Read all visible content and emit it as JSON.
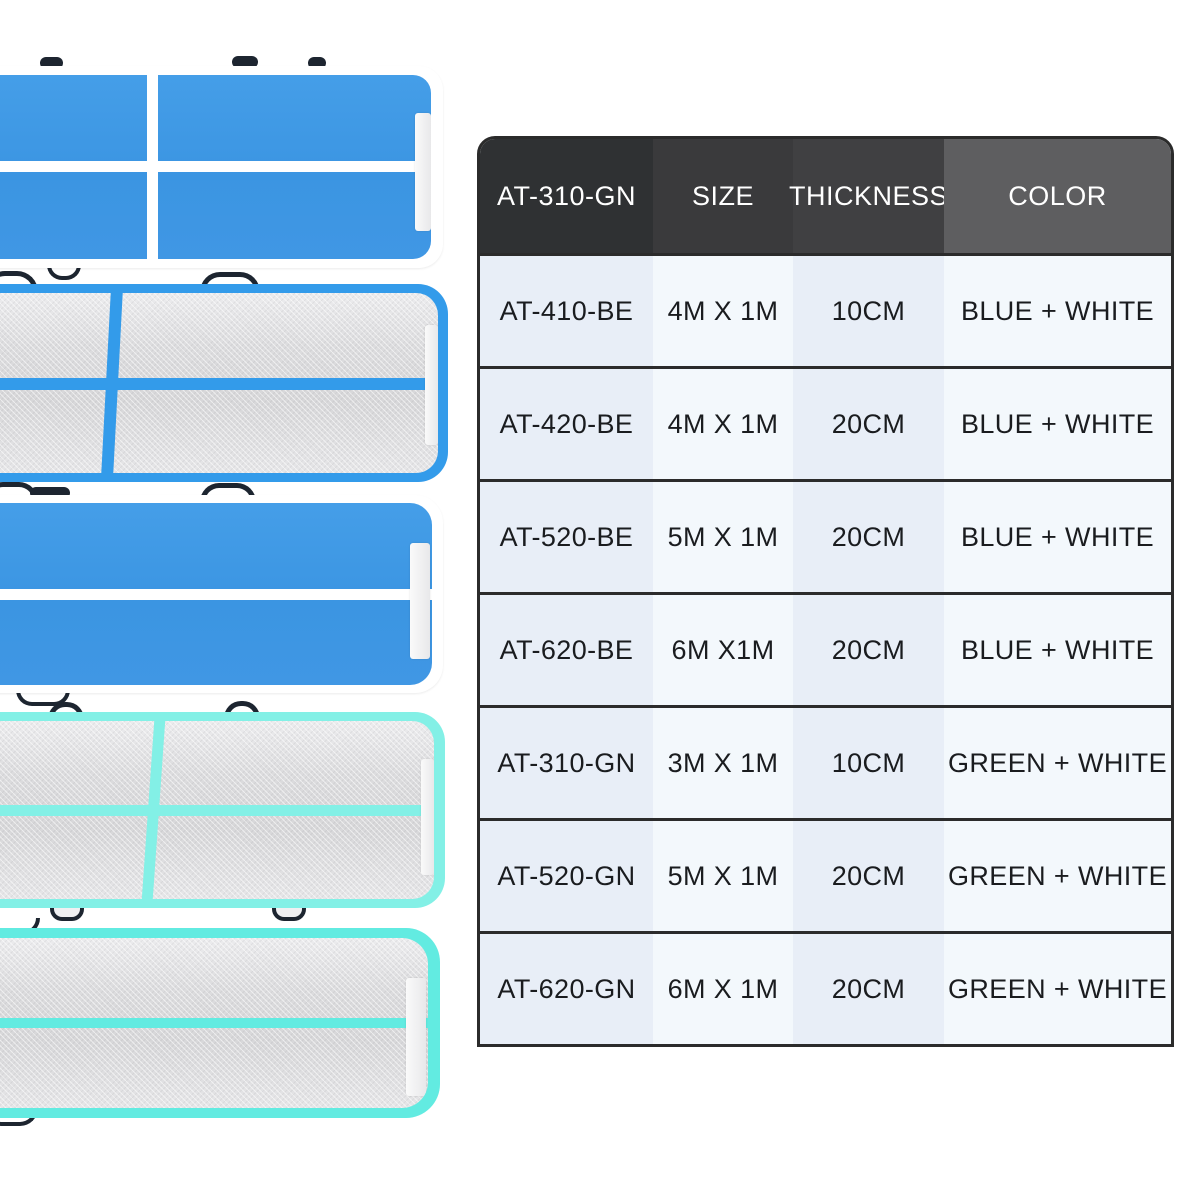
{
  "table": {
    "columns": [
      {
        "label": "AT-310-GN",
        "header_bg": "#2F3133"
      },
      {
        "label": "SIZE",
        "header_bg": "#3A3A3C"
      },
      {
        "label": "THICKNESS",
        "header_bg": "#404042"
      },
      {
        "label": "COLOR",
        "header_bg": "#5E5E60"
      }
    ],
    "rows": [
      {
        "model": "AT-410-BE",
        "size": "4M X 1M",
        "thickness": "10CM",
        "color": "BLUE + WHITE"
      },
      {
        "model": "AT-420-BE",
        "size": "4M X 1M",
        "thickness": "20CM",
        "color": "BLUE + WHITE"
      },
      {
        "model": "AT-520-BE",
        "size": "5M X 1M",
        "thickness": "20CM",
        "color": "BLUE + WHITE"
      },
      {
        "model": "AT-620-BE",
        "size": "6M X1M",
        "thickness": "20CM",
        "color": "BLUE + WHITE"
      },
      {
        "model": "AT-310-GN",
        "size": "3M X 1M",
        "thickness": "10CM",
        "color": "GREEN + WHITE"
      },
      {
        "model": "AT-520-GN",
        "size": "5M X 1M",
        "thickness": "20CM",
        "color": "GREEN + WHITE"
      },
      {
        "model": "AT-620-GN",
        "size": "6M X 1M",
        "thickness": "20CM",
        "color": "GREEN + WHITE"
      }
    ],
    "style": {
      "border_color": "#2B2B2B",
      "header_text_color": "#FFFFFF",
      "cell_text_color": "#1A1C1F",
      "cell_bg_odd_cols": "#E8EEF7",
      "cell_bg_even_cols": "#F3F8FC"
    }
  },
  "mats": [
    {
      "name": "blue-mat-four-panel",
      "fill": "#3B95E2",
      "trim": "#FFFFFF"
    },
    {
      "name": "gray-mat-blue-trim",
      "fill": "#DEDEE0",
      "trim": "#339BEA"
    },
    {
      "name": "blue-mat-two-panel",
      "fill": "#3B95E2",
      "trim": "#FFFFFF"
    },
    {
      "name": "gray-mat-mint-trim",
      "fill": "#DEDEE0",
      "trim": "#83F0E6"
    },
    {
      "name": "gray-mat-cyan-trim",
      "fill": "#DEDEE0",
      "trim": "#62EBE1"
    }
  ]
}
